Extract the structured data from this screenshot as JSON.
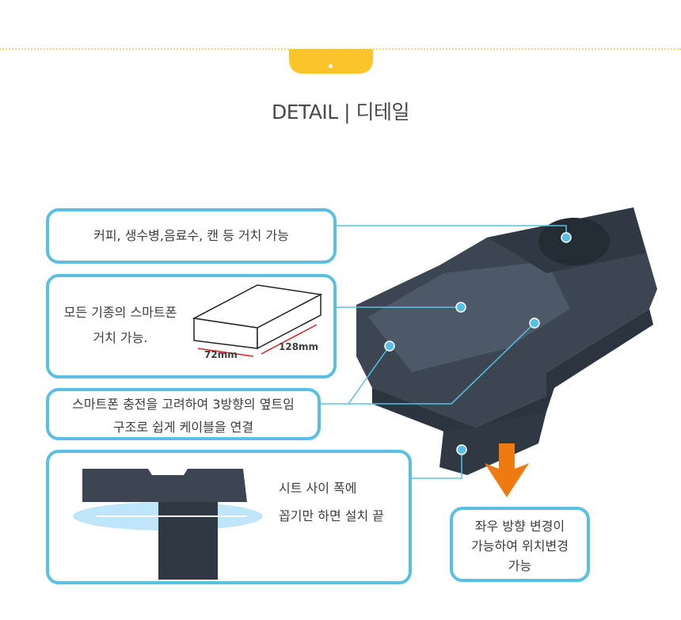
{
  "header": {
    "title": "DETAIL | 디테일"
  },
  "features": [
    {
      "text": "커피, 생수병,음료수, 캔 등 거치 가능"
    },
    {
      "line1": "모든 기종의 스마트폰",
      "line2": "거치 가능.",
      "dim_width": "72mm",
      "dim_length": "128mm"
    },
    {
      "line1": "스마트폰 충전을 고려하여 3방향의 옆트임",
      "line2": "구조로 쉽게 케이블을 연결"
    },
    {
      "line1": "시트 사이 폭에",
      "line2": "꼽기만 하면 설치 끝"
    },
    {
      "line1": "좌우 방향 변경이",
      "line2": "가능하여 위치변경",
      "line3": "가능"
    }
  ],
  "colors": {
    "accent": "#5bbfe3",
    "tab": "#fcc52c",
    "arrow": "#f07a12",
    "product": "#3b4652"
  }
}
